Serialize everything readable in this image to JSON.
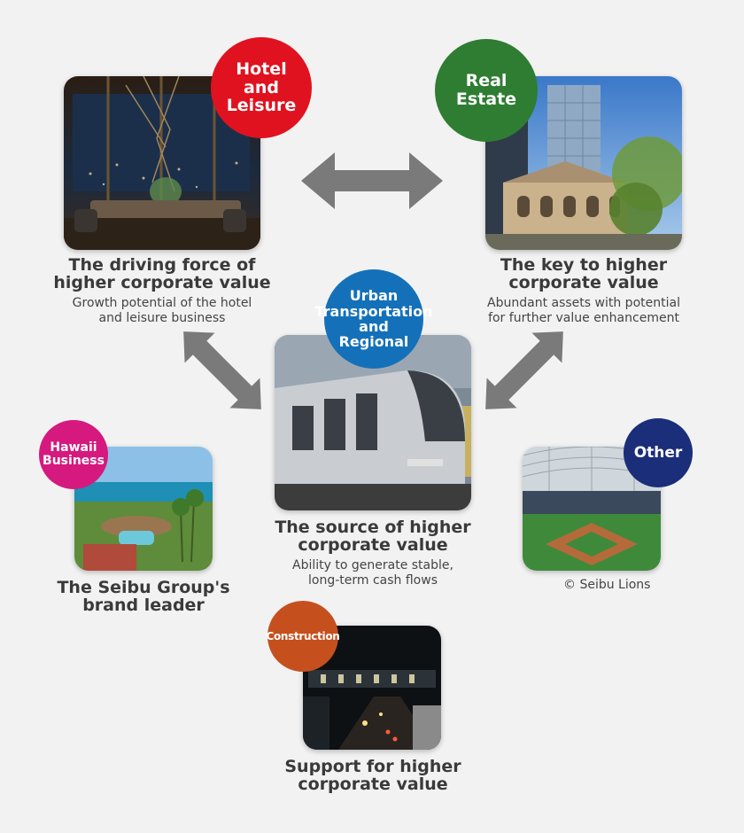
{
  "segments": {
    "hotel": {
      "badge": "Hotel\nand\nLeisure",
      "title": "The driving force of\nhigher corporate value",
      "subtitle": "Growth potential of the hotel\nand leisure business",
      "color": "#e0121f"
    },
    "real_estate": {
      "badge": "Real\nEstate",
      "title": "The key to higher\ncorporate value",
      "subtitle": "Abundant assets with potential\nfor further value enhancement",
      "color": "#2e7d32"
    },
    "urban": {
      "badge": "Urban\nTransportation\nand\nRegional",
      "title": "The source of higher\ncorporate value",
      "subtitle": "Ability to generate stable,\nlong-term cash flows",
      "color": "#1471b9"
    },
    "hawaii": {
      "badge": "Hawaii\nBusiness",
      "title": "The Seibu Group's\nbrand leader",
      "color": "#d6197e"
    },
    "other": {
      "badge": "Other",
      "credit": "© Seibu Lions",
      "color": "#1a2e7a"
    },
    "construction": {
      "badge": "Construction",
      "title": "Support for higher\ncorporate value",
      "color": "#c5501e"
    }
  },
  "arrow_color": "#7a7a7a"
}
